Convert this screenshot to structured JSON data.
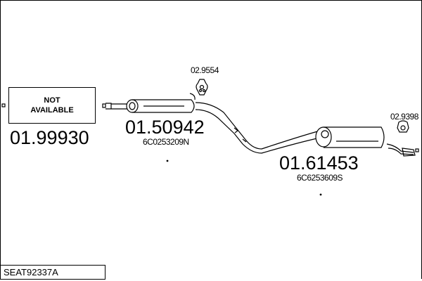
{
  "not_available": {
    "line1": "NOT",
    "line2": "AVAILABLE"
  },
  "parts": [
    {
      "number": "01.99930"
    },
    {
      "number": "01.50942",
      "oem": "6C0253209N"
    },
    {
      "number": "01.61453",
      "oem": "6C6253609S"
    }
  ],
  "mounts": [
    {
      "number": "02.9554"
    },
    {
      "number": "02.9398"
    }
  ],
  "model_code": "SEAT92337A"
}
